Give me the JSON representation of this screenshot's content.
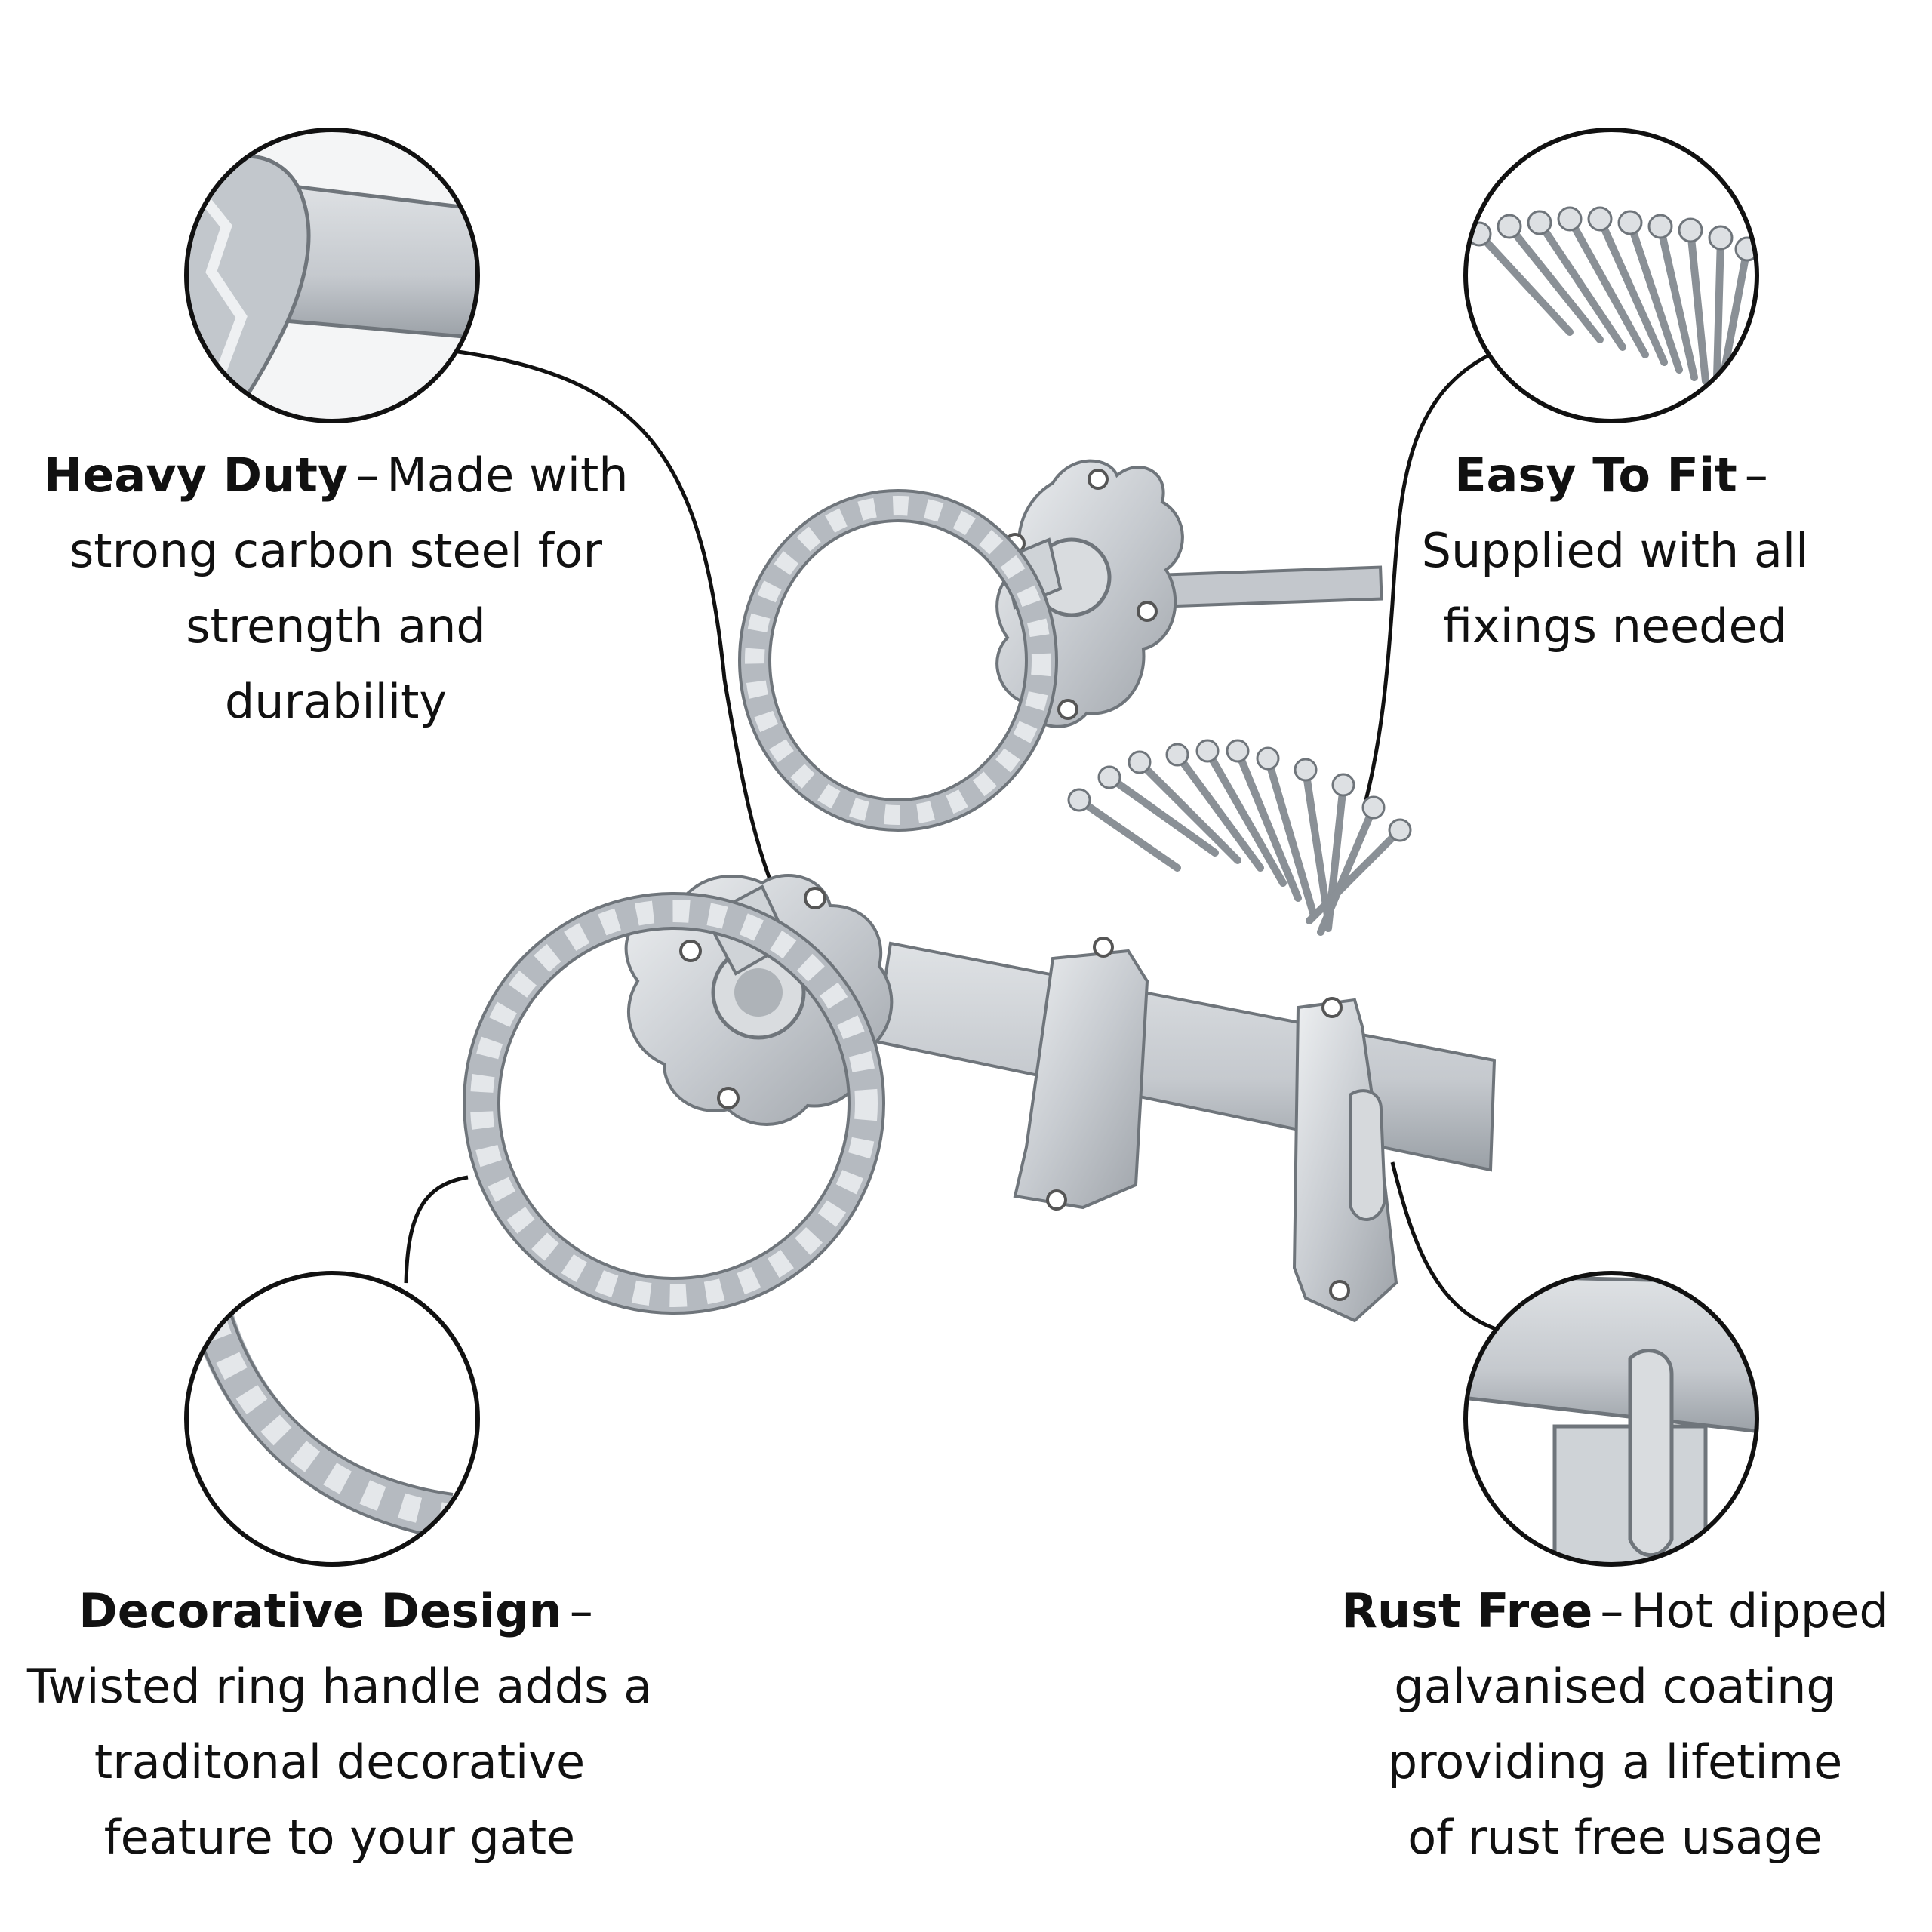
{
  "features": {
    "heavy_duty": {
      "title": "Heavy Duty",
      "line1": "Made with",
      "line2": "strong carbon steel for",
      "line3": "strength and",
      "line4": "durability"
    },
    "easy_to_fit": {
      "title": "Easy To Fit",
      "line2": "Supplied with all",
      "line3": "fixings needed"
    },
    "decorative_design": {
      "title": "Decorative Design",
      "line2": "Twisted ring handle adds a",
      "line3": "traditonal decorative",
      "line4": "feature to your gate"
    },
    "rust_free": {
      "title": "Rust Free",
      "line1": "Hot dipped",
      "line2": "galvanised coating",
      "line3": "providing a lifetime",
      "line4": "of rust free usage"
    }
  },
  "colors": {
    "metal": "#c9ccd0",
    "metal_dark": "#8f949a",
    "metal_light": "#e8eaec",
    "outline": "#111111"
  }
}
